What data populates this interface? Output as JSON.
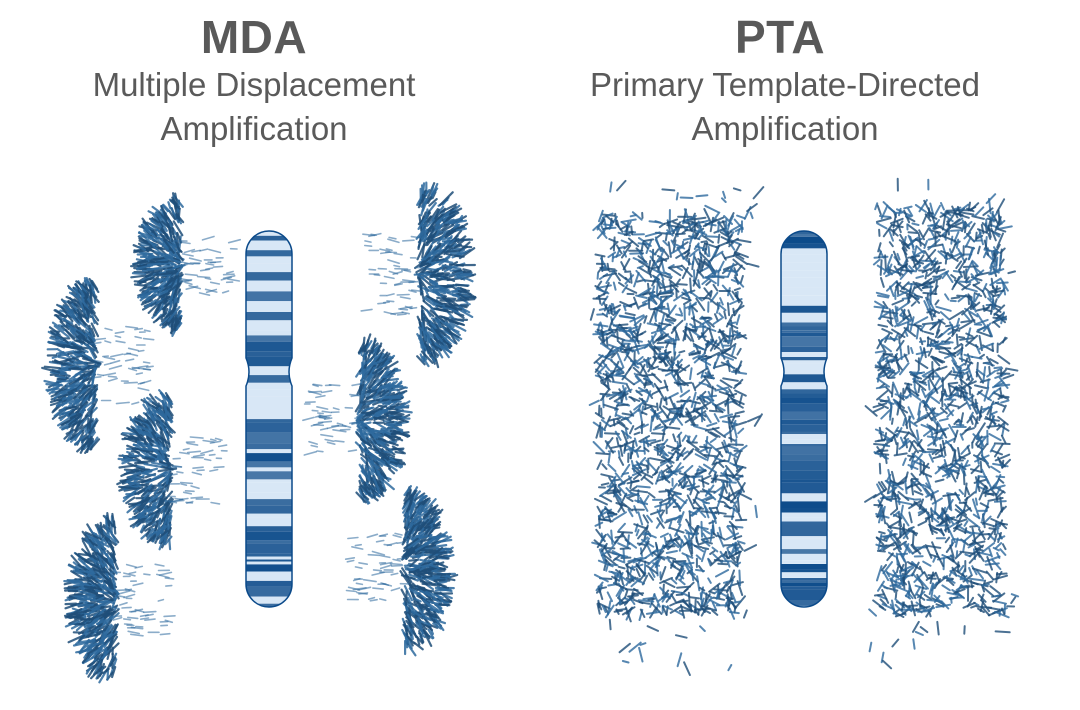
{
  "panels": [
    {
      "id": "mda",
      "title": "MDA",
      "subtitle_line1": "Multiple Displacement",
      "subtitle_line2": "Amplification"
    },
    {
      "id": "pta",
      "title": "PTA",
      "subtitle_line1": "Primary Template-Directed",
      "subtitle_line2": "Amplification"
    }
  ],
  "colors": {
    "text": "#595959",
    "fragment_dark": "#1f4e79",
    "fragment_mid": "#2e6a9e",
    "chromosome_dark": "#0b4a8a",
    "chromosome_light": "#d6e6f5"
  }
}
